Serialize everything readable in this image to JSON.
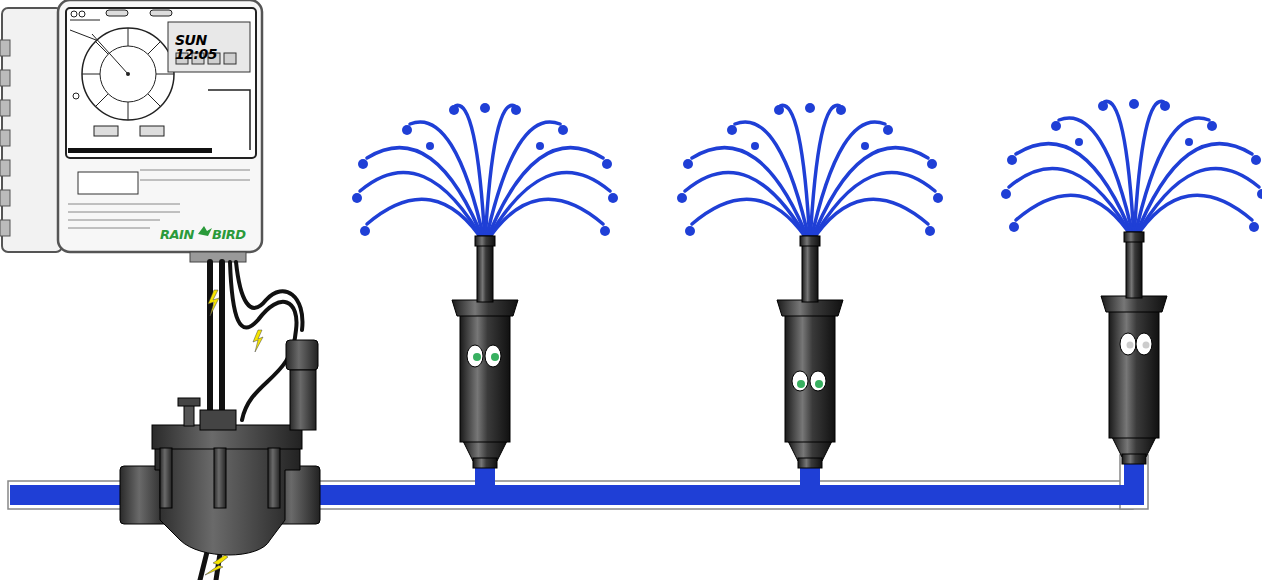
{
  "diagram": {
    "labels": [
      "SUN 12:05",
      "RAIN",
      "BIRD"
    ]
  }
}
